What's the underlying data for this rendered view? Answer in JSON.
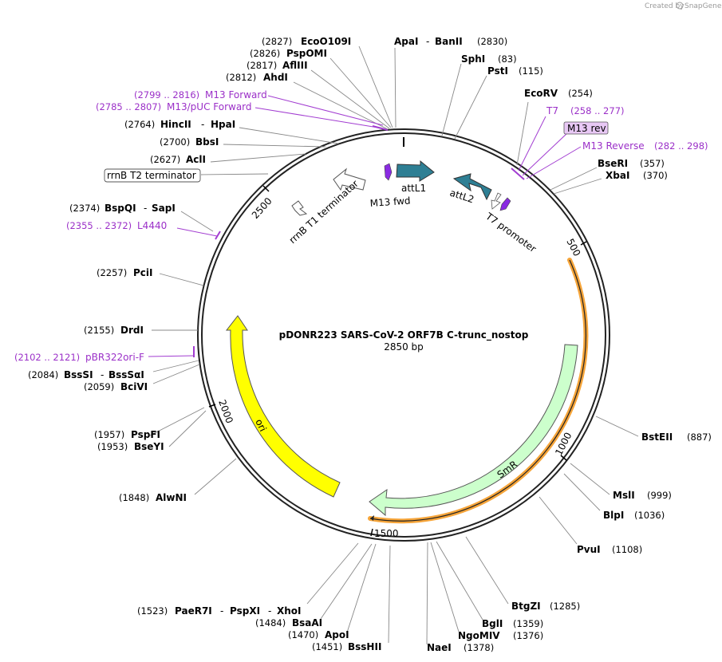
{
  "credit": {
    "prefix": "Created by",
    "brand": "SnapGene"
  },
  "plasmid": {
    "name": "pDONR223 SARS-CoV-2 ORF7B C-trunc_nostop",
    "length_label": "2850 bp"
  },
  "ticks": [
    "2500",
    "500",
    "1000",
    "1500",
    "2000"
  ],
  "enzymes": [
    {
      "pos": "(2827)",
      "name": "EcoO109I"
    },
    {
      "pos": "(2826)",
      "name": "PspOMI"
    },
    {
      "pos": "(2817)",
      "name": "AflIII"
    },
    {
      "pos": "(2812)",
      "name": "AhdI"
    },
    {
      "name": "ApaI",
      "sep": "-",
      "name2": "BanII",
      "pos": "(2830)"
    },
    {
      "name": "SphI",
      "pos": "(83)"
    },
    {
      "name": "PstI",
      "pos": "(115)"
    },
    {
      "name": "EcoRV",
      "pos": "(254)"
    },
    {
      "name": "BseRI",
      "pos": "(357)"
    },
    {
      "name": "XbaI",
      "pos": "(370)"
    },
    {
      "pos": "(2764)",
      "name": "HincII",
      "sep": "-",
      "name2": "HpaI"
    },
    {
      "pos": "(2700)",
      "name": "BbsI"
    },
    {
      "pos": "(2627)",
      "name": "AclI"
    },
    {
      "pos": "(2374)",
      "name": "BspQI",
      "sep": "-",
      "name2": "SapI"
    },
    {
      "pos": "(2257)",
      "name": "PciI"
    },
    {
      "pos": "(2155)",
      "name": "DrdI"
    },
    {
      "pos": "(2084)",
      "name": "BssSI",
      "sep": "-",
      "name2": "BssSαI"
    },
    {
      "pos": "(2059)",
      "name": "BciVI"
    },
    {
      "pos": "(1957)",
      "name": "PspFI"
    },
    {
      "pos": "(1953)",
      "name": "BseYI"
    },
    {
      "pos": "(1848)",
      "name": "AlwNI"
    },
    {
      "name": "BstEII",
      "pos": "(887)"
    },
    {
      "name": "MslI",
      "pos": "(999)"
    },
    {
      "name": "BlpI",
      "pos": "(1036)"
    },
    {
      "name": "PvuI",
      "pos": "(1108)"
    },
    {
      "name": "BtgZI",
      "pos": "(1285)"
    },
    {
      "name": "BglI",
      "pos": "(1359)"
    },
    {
      "name": "NgoMIV",
      "pos": "(1376)"
    },
    {
      "name": "NaeI",
      "pos": "(1378)"
    },
    {
      "pos": "(1523)",
      "name": "PaeR7I",
      "sep": "-",
      "name2": "PspXI",
      "sep2": "-",
      "name3": "XhoI"
    },
    {
      "pos": "(1484)",
      "name": "BsaAI"
    },
    {
      "pos": "(1470)",
      "name": "ApoI"
    },
    {
      "pos": "(1451)",
      "name": "BssHII"
    }
  ],
  "primers": [
    {
      "range": "(2799 .. 2816)",
      "name": "M13 Forward"
    },
    {
      "range": "(2785 .. 2807)",
      "name": "M13/pUC Forward"
    },
    {
      "name": "T7",
      "range": "(258 .. 277)"
    },
    {
      "name": "M13 rev"
    },
    {
      "name": "M13 Reverse",
      "range": "(282 .. 298)"
    },
    {
      "range": "(2355 .. 2372)",
      "name": "L4440"
    },
    {
      "range": "(2102 .. 2121)",
      "name": "pBR322ori-F"
    }
  ],
  "features": {
    "rrnb_t2": "rrnB T2 terminator",
    "rrnb_t1": "rrnB T1 terminator",
    "m13_fwd": "M13 fwd",
    "attl1": "attL1",
    "attl2": "attL2",
    "t7_promoter": "T7 promoter",
    "smr": "SmR",
    "ori": "ori"
  },
  "colors": {
    "att": "#2e7f94",
    "primer_feature": "#8a2be2",
    "primer_text": "#9b30c8",
    "smr_fill": "#ccffcc",
    "ori_fill": "#ffff00",
    "orf_orange": "#f6a53a",
    "m13rev_box": "#e8c8f5"
  }
}
